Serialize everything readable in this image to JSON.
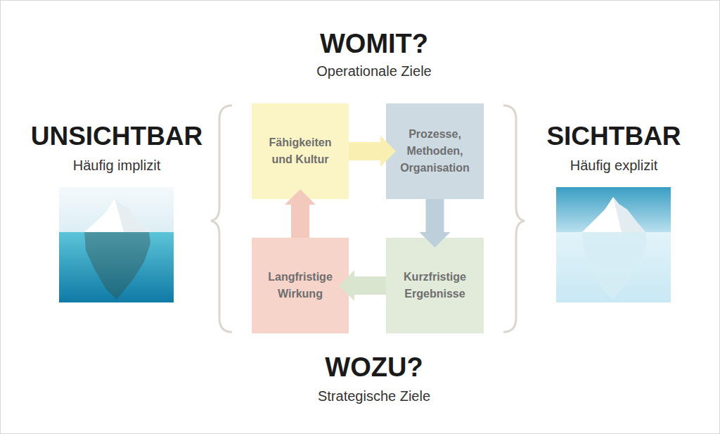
{
  "diagram": {
    "nodes": [
      {
        "text": [
          "Fähigkeiten und Kultur"
        ]
      },
      {
        "text": [
          "Prozesse, Methoden, Organisation"
        ]
      },
      {
        "text": [
          "Langfristige Wirkung"
        ]
      },
      {
        "text": [
          "Kurzfristige Ergebnisse"
        ]
      }
    ],
    "edges": [
      {
        "from": 0,
        "to": 1,
        "arrow": "to"
      },
      {
        "from": 1,
        "to": 3,
        "arrow": "to"
      },
      {
        "from": 3,
        "to": 2,
        "arrow": "to"
      },
      {
        "from": 2,
        "to": 0,
        "arrow": "to"
      }
    ],
    "labels": [
      "WOMIT?",
      "Operationale Ziele",
      "WOZU?",
      "Strategische Ziele",
      "UNSICHTBAR",
      "Häufig implizit",
      "SICHTBAR",
      "Häufig explizit"
    ]
  }
}
